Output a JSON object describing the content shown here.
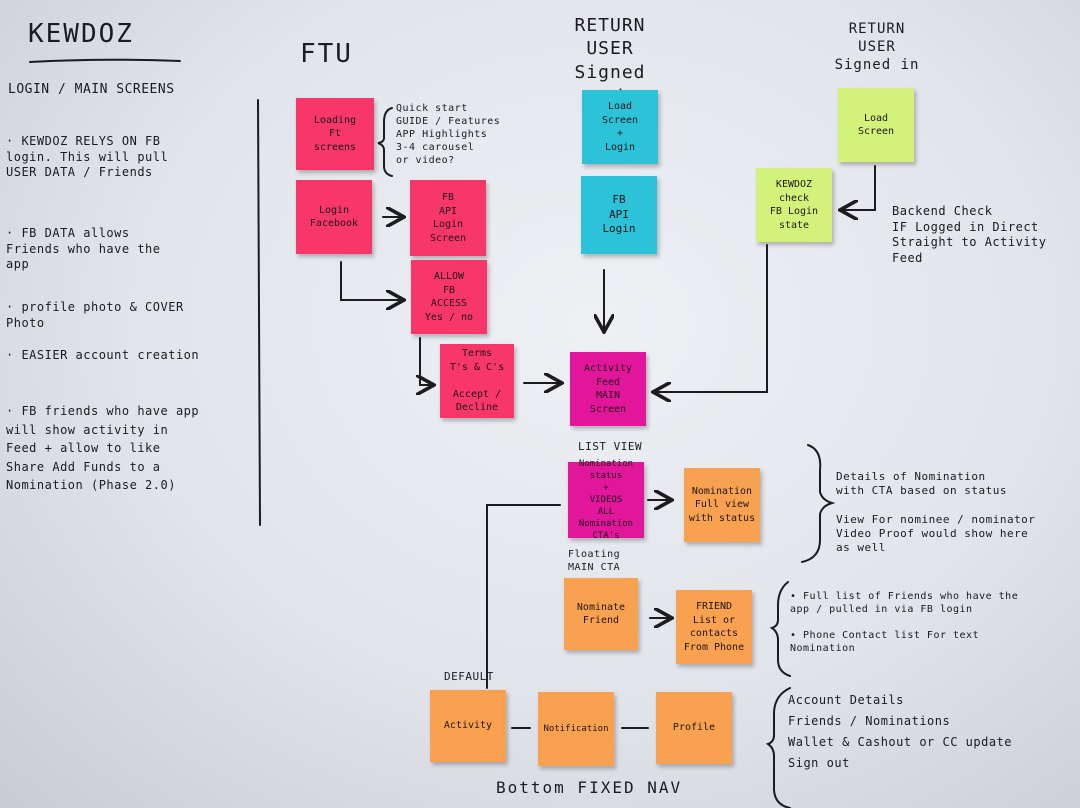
{
  "left_panel": {
    "title": "KEWDOZ",
    "subtitle": "LOGIN / MAIN SCREENS",
    "bullets": [
      "· KEWDOZ RELYS ON FB\n  login. This will pull\n  USER DATA / Friends",
      "· FB DATA allows\n  Friends who have the\n  app",
      "· profile photo & COVER\n  Photo",
      "· EASIER account creation",
      "· FB friends who have app\n  will show activity in\n  Feed + allow to like\n  Share Add Funds to a\n  Nomination (Phase 2.0)"
    ]
  },
  "columns": {
    "ftu": "FTU",
    "return_out": "RETURN\nUSER\nSigned out",
    "return_in": "RETURN\nUSER\nSigned in"
  },
  "stickies": {
    "loading_screens": "Loading\nFt\nscreens",
    "login_facebook": "Login\nFacebook",
    "fb_api_login": "FB\nAPI\nLogin Screen",
    "allow_fb_access": "ALLOW\nFB\nACCESS\nYes / no",
    "terms": "Terms\nT's & C's\n\nAccept / Decline",
    "load_screen_login": "Load\nScreen\n+\nLogin",
    "fb_api_login_2": "FB\nAPI\nLogin",
    "load_screen": "Load\nScreen",
    "kewdoz_check": "KEWDOZ\ncheck\nFB Login\nstate",
    "activity_feed": "Activity\nFeed\nMAIN\nScreen",
    "nomination_status": "Nomination\nstatus\n+\nVIDEOS\nALL Nomination\nCTA's",
    "nomination_full": "Nomination\nFull view\nwith status",
    "nominate_friend": "Nominate\nFriend",
    "friend_list": "FRIEND\nList or\ncontacts\nFrom Phone",
    "nav_activity": "Activity",
    "nav_notification": "Notification",
    "nav_profile": "Profile"
  },
  "annotations": {
    "quick_start": "Quick start\nGUIDE / Features\nAPP Highlights\n3-4 carousel\nor video?",
    "backend_check": "Backend Check\nIF Logged in Direct\nStraight to Activity\nFeed",
    "list_view": "LIST VIEW",
    "floating_cta": "Floating\nMAIN CTA",
    "default": "DEFAULT",
    "details": "Details of Nomination\nwith CTA based on status\n\nView For nominee / nominator\nVideo Proof would show here\nas well",
    "friends_list": "• Full list of Friends who have the\n  app / pulled in via FB login\n\n• Phone Contact list For text\n  Nomination",
    "account": "Account Details\nFriends / Nominations\nWallet & Cashout or CC update\nSign out",
    "bottom_nav": "Bottom FIXED NAV"
  }
}
